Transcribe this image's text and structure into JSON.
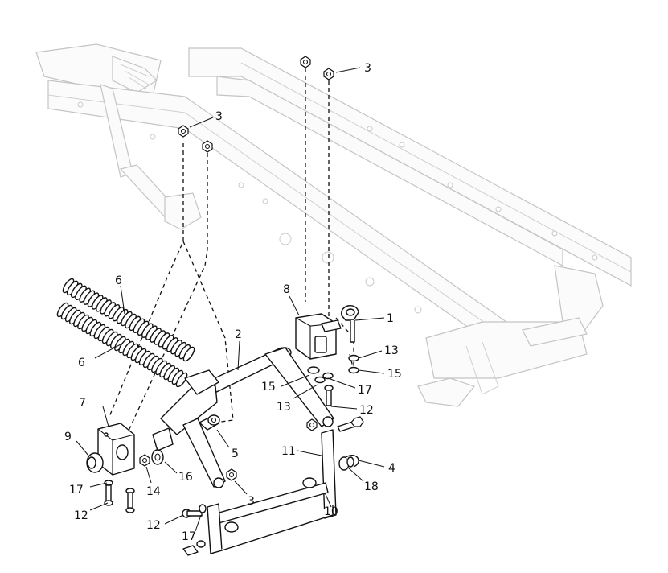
{
  "callouts": [
    {
      "id": "c1",
      "label": "1"
    },
    {
      "id": "c2",
      "label": "2"
    },
    {
      "id": "c3a",
      "label": "3"
    },
    {
      "id": "c3b",
      "label": "3"
    },
    {
      "id": "c3c",
      "label": "3"
    },
    {
      "id": "c4",
      "label": "4"
    },
    {
      "id": "c5",
      "label": "5"
    },
    {
      "id": "c6a",
      "label": "6"
    },
    {
      "id": "c6b",
      "label": "6"
    },
    {
      "id": "c7",
      "label": "7"
    },
    {
      "id": "c8",
      "label": "8"
    },
    {
      "id": "c9",
      "label": "9"
    },
    {
      "id": "c10",
      "label": "10"
    },
    {
      "id": "c11",
      "label": "11"
    },
    {
      "id": "c12a",
      "label": "12"
    },
    {
      "id": "c12b",
      "label": "12"
    },
    {
      "id": "c12c",
      "label": "12"
    },
    {
      "id": "c13a",
      "label": "13"
    },
    {
      "id": "c13b",
      "label": "13"
    },
    {
      "id": "c14",
      "label": "14"
    },
    {
      "id": "c15a",
      "label": "15"
    },
    {
      "id": "c15b",
      "label": "15"
    },
    {
      "id": "c16",
      "label": "16"
    },
    {
      "id": "c17a",
      "label": "17"
    },
    {
      "id": "c17b",
      "label": "17"
    },
    {
      "id": "c17c",
      "label": "17"
    },
    {
      "id": "c18",
      "label": "18"
    }
  ]
}
